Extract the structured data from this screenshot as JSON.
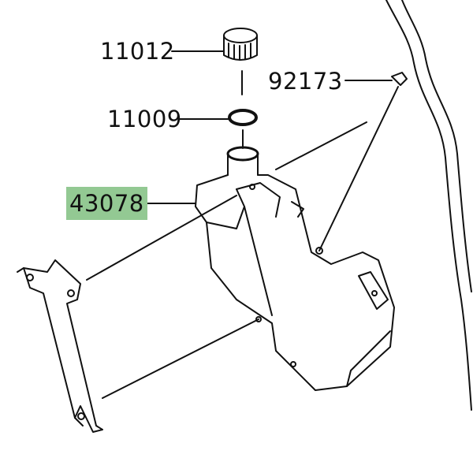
{
  "parts": [
    {
      "number": "11012",
      "highlighted": false
    },
    {
      "number": "11009",
      "highlighted": false
    },
    {
      "number": "92173",
      "highlighted": false
    },
    {
      "number": "43078",
      "highlighted": true
    }
  ],
  "colors": {
    "highlight": "#93c993",
    "line": "#111111"
  }
}
